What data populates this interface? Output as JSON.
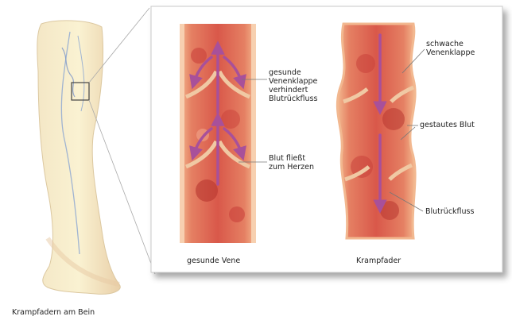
{
  "labels": {
    "healthy_valve": "gesunde\nVenenklappe\nverhindert\nBlutrückfluss",
    "blood_flow": "Blut fließt\nzum Herzen",
    "weak_valve": "schwache\nVenenklappe",
    "pooled_blood": "gestautes Blut",
    "backflow": "Blutrückfluss",
    "healthy_vein_caption": "gesunde Vene",
    "varicose_caption": "Krampfader",
    "leg_caption": "Krampfadern am Bein"
  },
  "colors": {
    "arrow": "#a8509a",
    "vessel_wall": "#e8a07a",
    "blood": "#d84a3a",
    "leg": "#f6e9b8",
    "panel_border": "#c8c8c8"
  },
  "icons": [
    "leg-illustration",
    "magnifier-box"
  ]
}
